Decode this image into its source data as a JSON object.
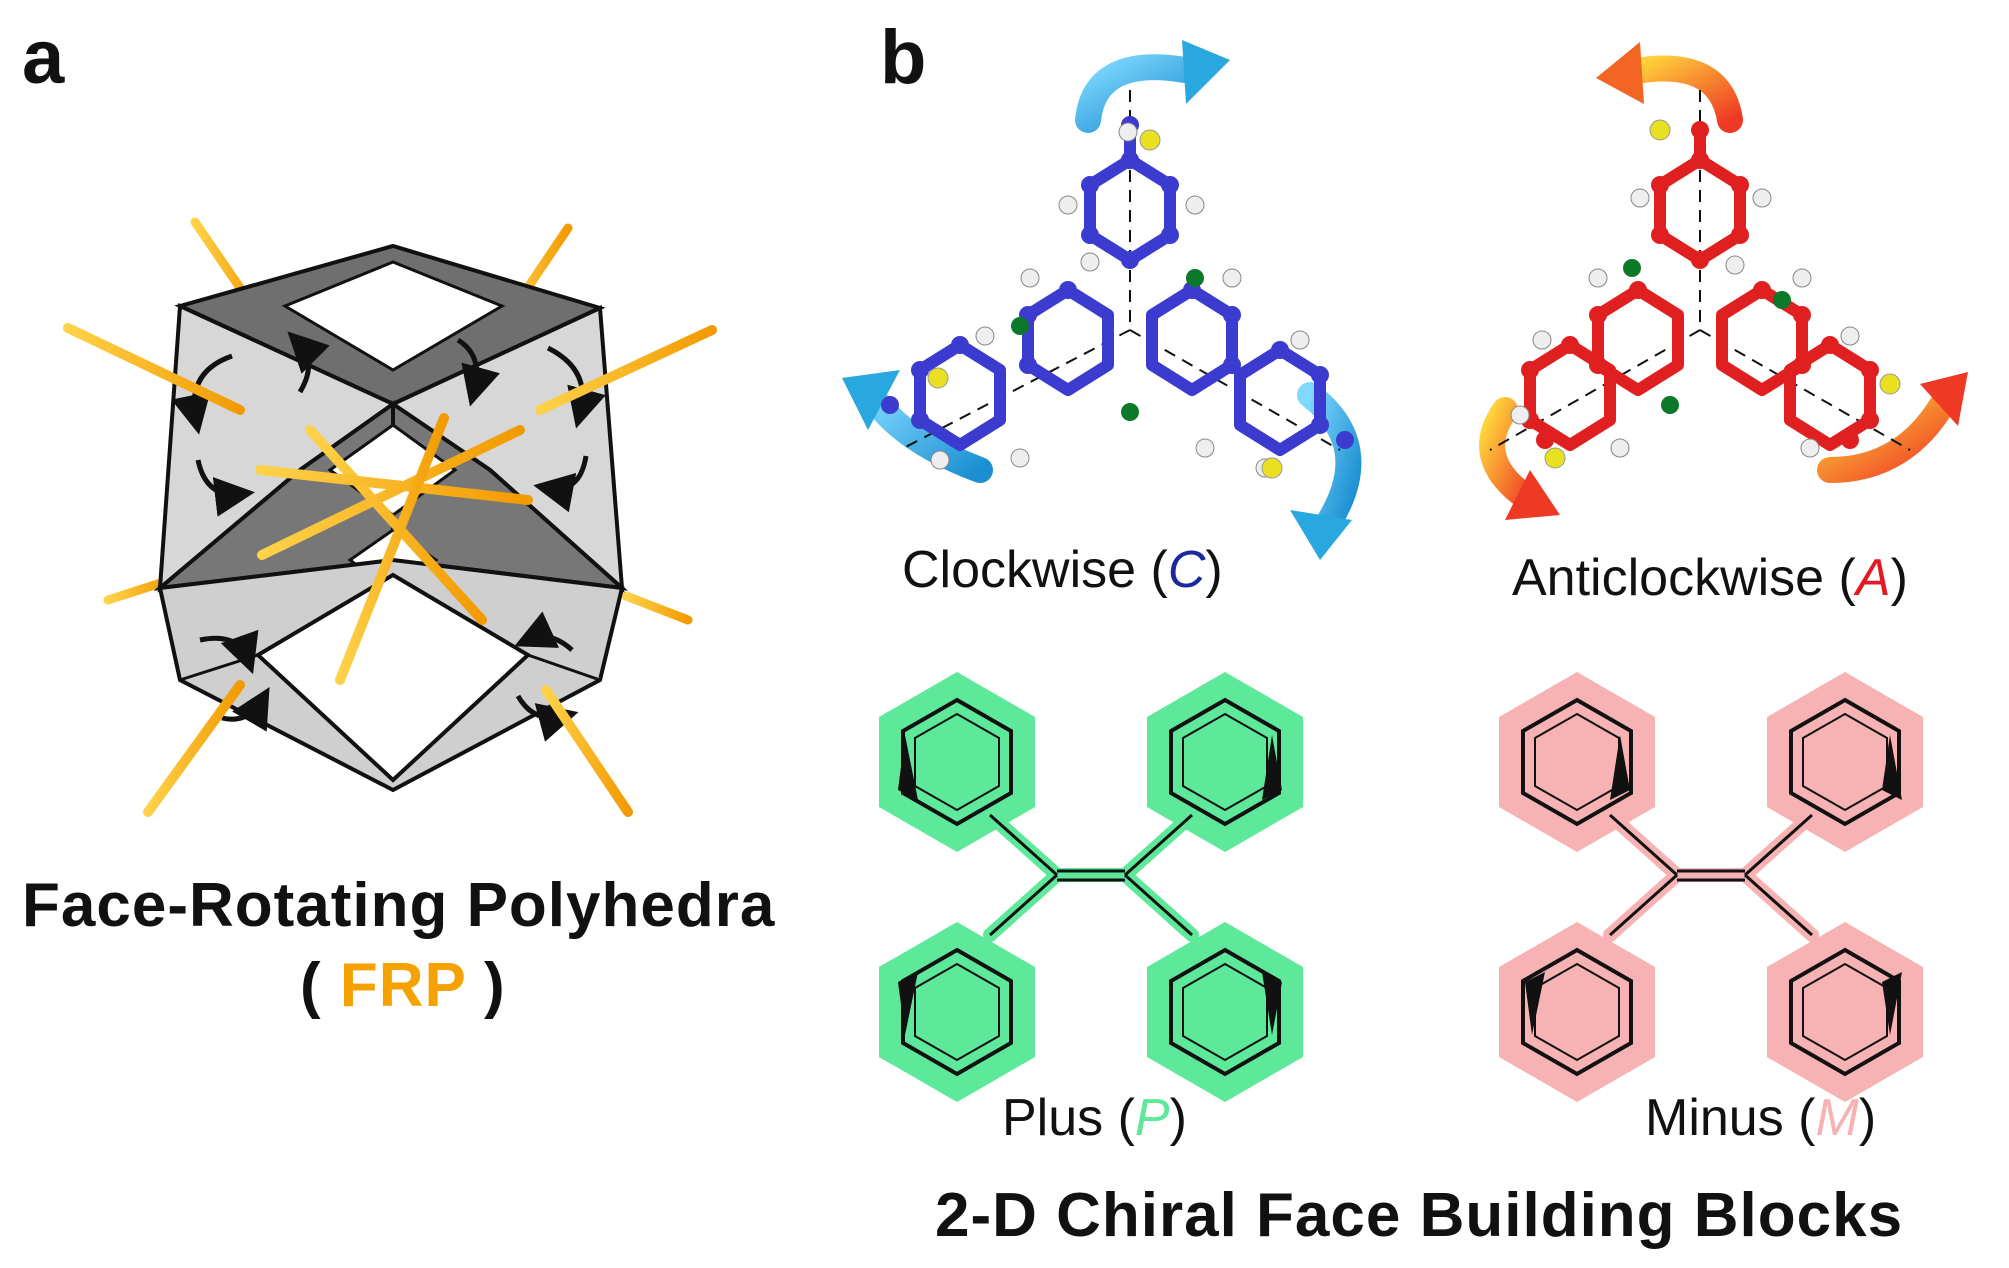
{
  "panel_a": {
    "letter": "a",
    "title": "Face-Rotating Polyhedra",
    "abbr_open": "( ",
    "abbr": "FRP",
    "abbr_close": " )",
    "abbr_color": "#f5a100"
  },
  "panel_b": {
    "letter": "b",
    "clockwise": {
      "word": "Clockwise (",
      "symbol": "C",
      "close": ")",
      "color": "#1a2a9c"
    },
    "anticlockwise": {
      "word": "Anticlockwise (",
      "symbol": "A",
      "close": ")",
      "color": "#e11b22"
    },
    "plus": {
      "word": "Plus (",
      "symbol": "P",
      "close": ")",
      "color": "#5ee89a"
    },
    "minus": {
      "word": "Minus (",
      "symbol": "M",
      "close": ")",
      "color": "#f7b3b3"
    },
    "footer": "2-D Chiral Face Building Blocks"
  },
  "colors": {
    "blue_molecule": "#3b3bcf",
    "red_molecule": "#e02020",
    "arrow_blue": "#29a8e0",
    "arrow_orange": "#f26522",
    "rod_orange": "#f5a100",
    "green_highlight": "#5ee89a",
    "pink_highlight": "#f7b3b3"
  }
}
